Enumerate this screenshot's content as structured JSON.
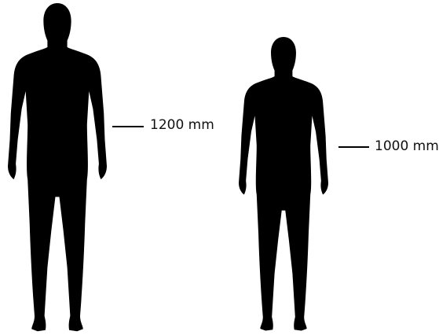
{
  "figures": [
    {
      "id": "tall",
      "height_label": "1200 mm",
      "color": "#000000"
    },
    {
      "id": "short",
      "height_label": "1000 mm",
      "color": "#000000"
    }
  ],
  "colors": {
    "background": "#ffffff",
    "silhouette": "#000000",
    "leader_line": "#000000"
  }
}
